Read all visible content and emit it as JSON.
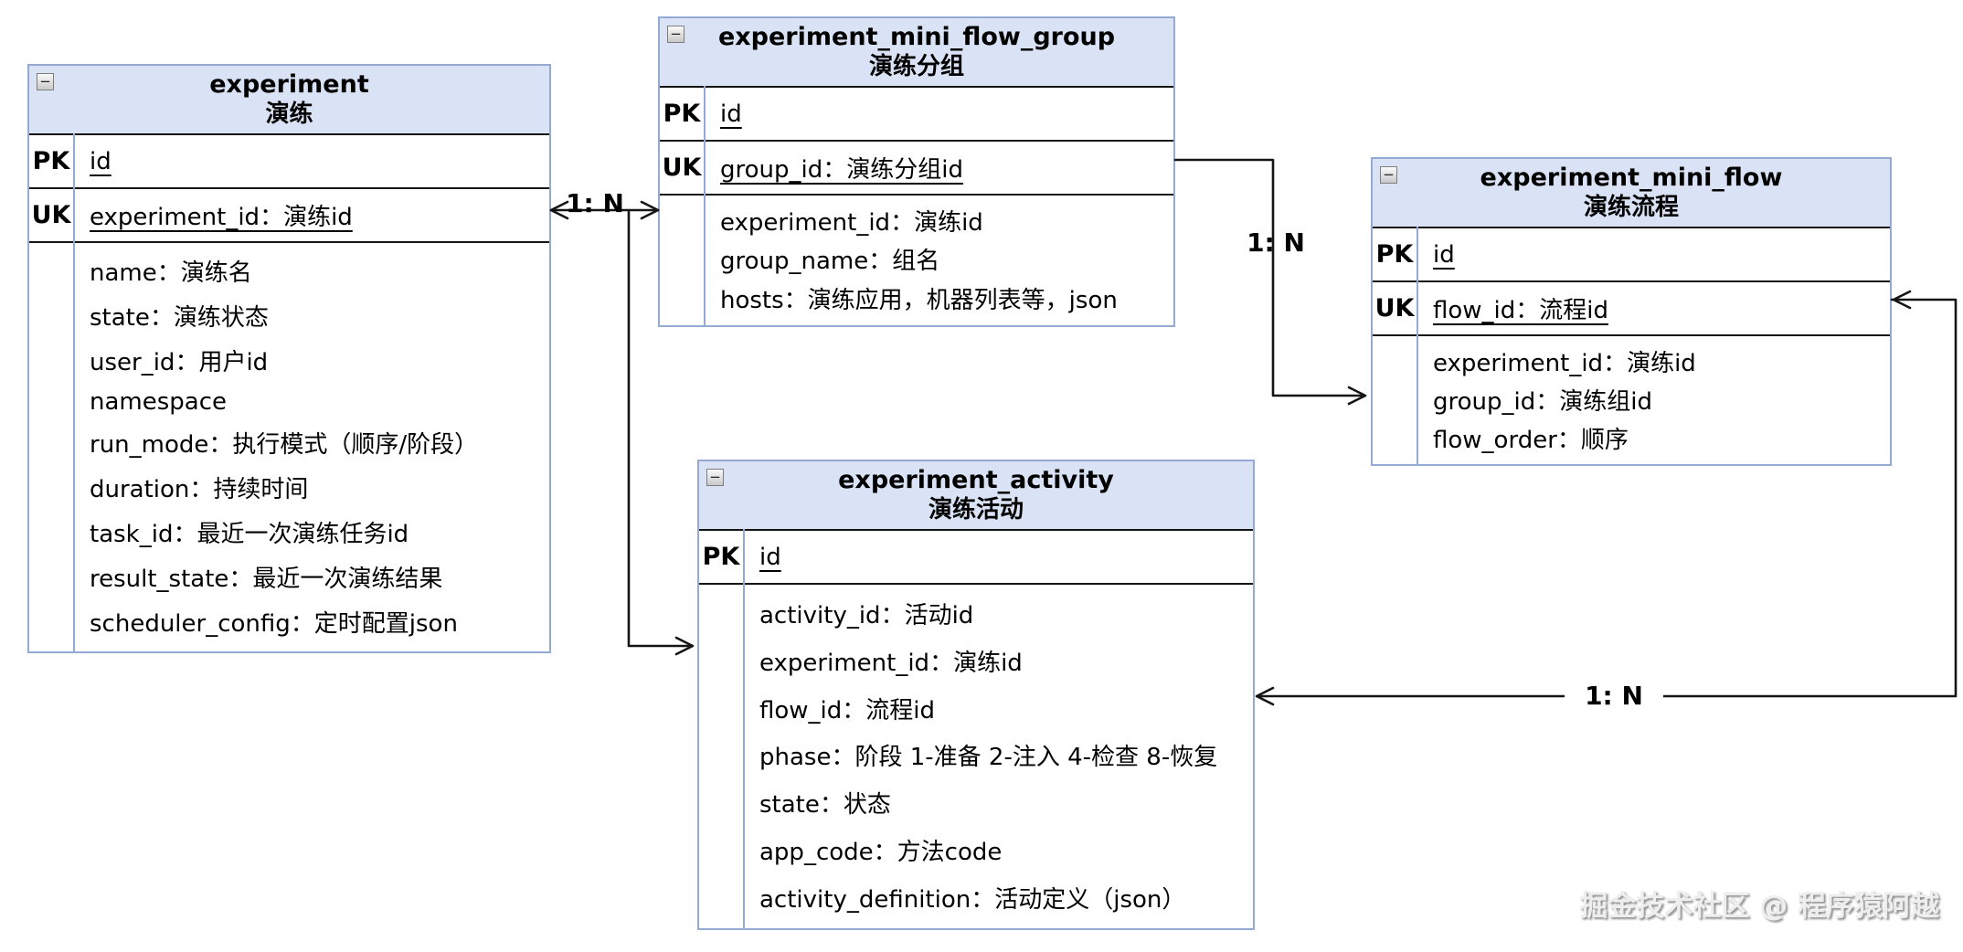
{
  "entities": [
    {
      "id": "experiment",
      "title": "experiment",
      "subtitle": "演练",
      "collapse_icon": "minus",
      "key_rows": [
        {
          "key": "PK",
          "text": "id",
          "underline": true
        },
        {
          "key": "UK",
          "text": "experiment_id：演练id",
          "underline": true
        }
      ],
      "fields": [
        "name：演练名",
        "state：演练状态",
        "user_id：用户id",
        "namespace",
        "run_mode：执行模式（顺序/阶段）",
        "duration：持续时间",
        "task_id：最近一次演练任务id",
        "result_state：最近一次演练结果",
        "scheduler_config：定时配置json"
      ]
    },
    {
      "id": "experiment_mini_flow_group",
      "title": "experiment_mini_flow_group",
      "subtitle": "演练分组",
      "collapse_icon": "minus",
      "key_rows": [
        {
          "key": "PK",
          "text": "id",
          "underline": true
        },
        {
          "key": "UK",
          "text": "group_id：演练分组id",
          "underline": true
        }
      ],
      "fields": [
        "experiment_id：演练id",
        "group_name：组名",
        "hosts：演练应用，机器列表等，json"
      ]
    },
    {
      "id": "experiment_mini_flow",
      "title": "experiment_mini_flow",
      "subtitle": "演练流程",
      "collapse_icon": "minus",
      "key_rows": [
        {
          "key": "PK",
          "text": "id",
          "underline": true
        },
        {
          "key": "UK",
          "text": "flow_id：流程id",
          "underline": true
        }
      ],
      "fields": [
        "experiment_id：演练id",
        "group_id：演练组id",
        "flow_order：顺序"
      ]
    },
    {
      "id": "experiment_activity",
      "title": "experiment_activity",
      "subtitle": "演练活动",
      "collapse_icon": "minus",
      "key_rows": [
        {
          "key": "PK",
          "text": "id",
          "underline": true
        }
      ],
      "fields": [
        "activity_id：活动id",
        "experiment_id：演练id",
        "flow_id：流程id",
        "phase：阶段 1-准备 2-注入 4-检查 8-恢复",
        "state：状态",
        "app_code：方法code",
        "activity_definition：活动定义（json）"
      ]
    }
  ],
  "connections": [
    {
      "from": "experiment",
      "to": "experiment_mini_flow_group",
      "label": "1: N"
    },
    {
      "from": "experiment",
      "to": "experiment_activity",
      "label": ""
    },
    {
      "from": "experiment_mini_flow_group",
      "to": "experiment_mini_flow",
      "label": "1: N"
    },
    {
      "from": "experiment_mini_flow",
      "to": "experiment_activity",
      "label": "1: N"
    }
  ],
  "colors": {
    "header_fill": "#d9e3f5",
    "table_border": "#94aad2",
    "connector_line": "#151515",
    "text": "#000000"
  },
  "watermark": "掘金技术社区 @ 程序猿阿越"
}
